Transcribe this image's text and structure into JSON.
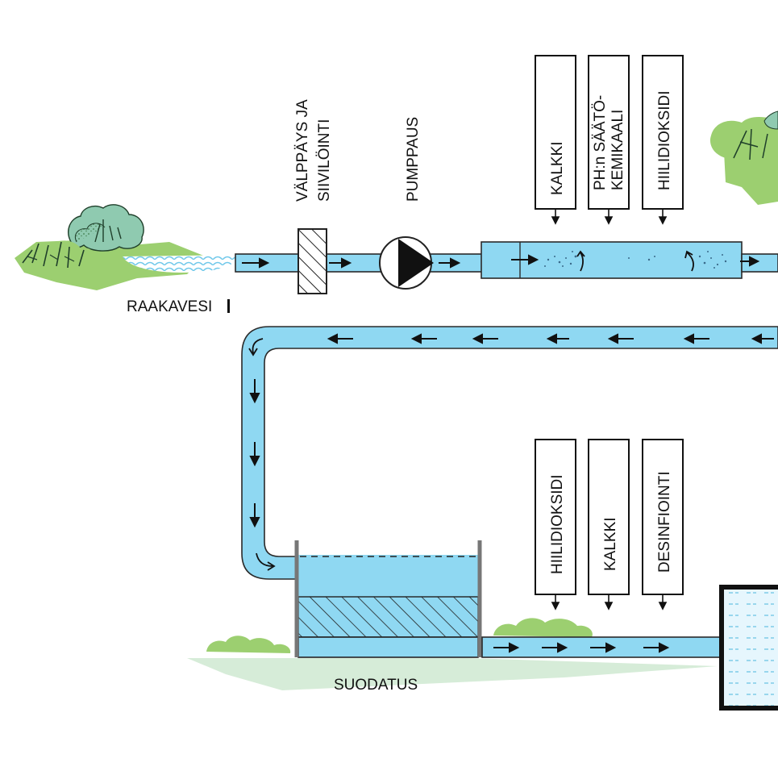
{
  "labels": {
    "raw_water": "RAAKAVESI",
    "screening_line1": "VÄLPPÄYS JA",
    "screening_line2": "SIIVILÖINTI",
    "pumping": "PUMPPAUS",
    "filtration": "SUODATUS"
  },
  "top_dosing": [
    {
      "lines": [
        "KALKKI"
      ]
    },
    {
      "lines": [
        "PH:n SÄÄTÖ-",
        "KEMIKAALI"
      ]
    },
    {
      "lines": [
        "HIILIDIOKSIDI"
      ]
    }
  ],
  "bottom_dosing": [
    {
      "lines": [
        "HIILIDIOKSIDI"
      ]
    },
    {
      "lines": [
        "KALKKI"
      ]
    },
    {
      "lines": [
        "DESINFIOINTI"
      ]
    }
  ],
  "colors": {
    "water": "#8fd8f2",
    "pipe_outline": "#2a2a2a",
    "foliage_light": "#9ccf70",
    "foliage_dark": "#2f5a2a",
    "tree_teal": "#8fcab0",
    "ground_shadow": "#d6ecd8",
    "text": "#111111"
  },
  "icons": {
    "pump": "pump-icon",
    "screen": "hatched-screen-icon",
    "flow": "arrow-icon"
  }
}
